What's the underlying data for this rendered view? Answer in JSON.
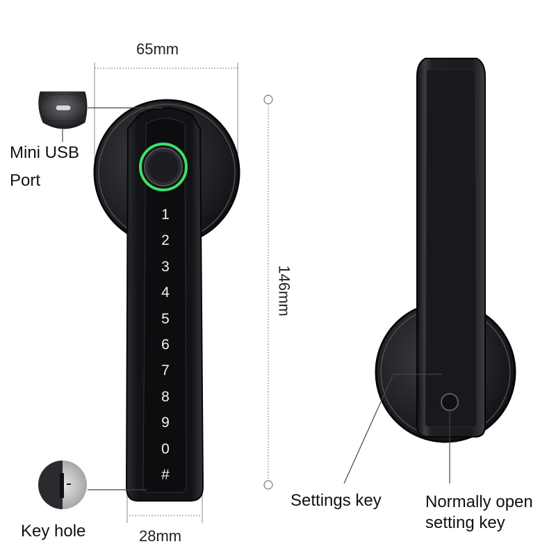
{
  "dimensions": {
    "width": "65mm",
    "height": "146mm",
    "handle_width": "28mm"
  },
  "callouts": {
    "usb_port_line1": "Mini USB",
    "usb_port_line2": "Port",
    "key_hole": "Key hole",
    "settings_key": "Settings key",
    "normally_open_line1": "Normally open",
    "normally_open_line2": "setting key"
  },
  "keypad": [
    "1",
    "2",
    "3",
    "4",
    "5",
    "6",
    "7",
    "8",
    "9",
    "0",
    "#"
  ],
  "colors": {
    "body": "#1a1b1e",
    "fingerprint_ring": "#3ee06a",
    "dimension_line": "#9a9a9a"
  }
}
